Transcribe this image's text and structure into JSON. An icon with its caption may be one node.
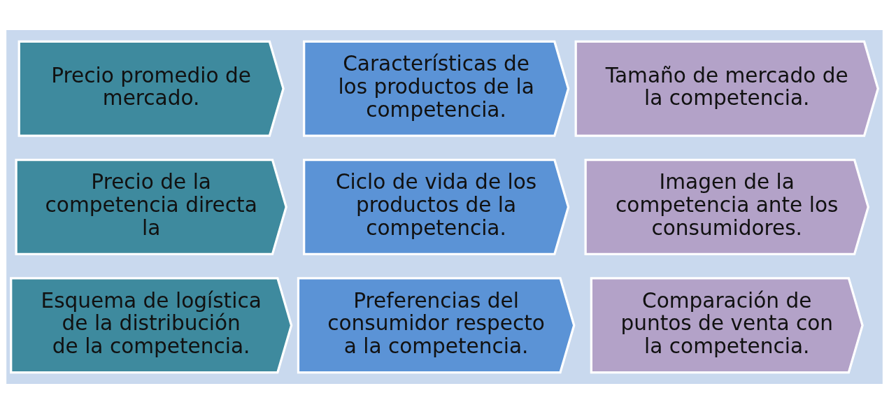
{
  "diagram": {
    "nodes": [
      {
        "text": [
          "Precio promedio de mercado."
        ]
      },
      {
        "text": [
          "Características de los productos de la competencia."
        ]
      },
      {
        "text": [
          "Tamaño de mercado de la competencia."
        ]
      },
      {
        "text": [
          "Precio de la competencia directa la"
        ]
      },
      {
        "text": [
          "Ciclo de vida de los productos de la competencia."
        ]
      },
      {
        "text": [
          "Imagen de la competencia ante los consumidores."
        ]
      },
      {
        "text": [
          "Esquema de logística de la distribución de la competencia."
        ]
      },
      {
        "text": [
          "Preferencias del consumidor respecto a la competencia."
        ]
      },
      {
        "text": [
          "Comparación de puntos de venta con la competencia."
        ]
      }
    ],
    "edges": []
  }
}
